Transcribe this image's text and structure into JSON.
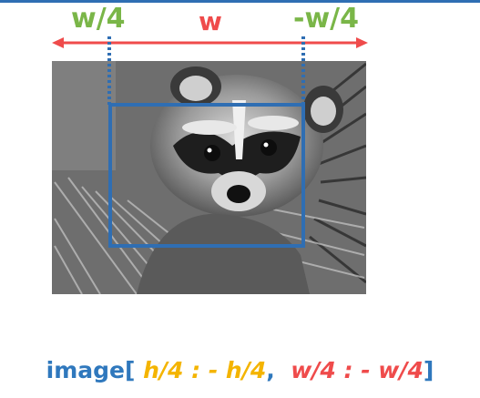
{
  "labels": {
    "left_offset": "w/4",
    "width": "w",
    "right_offset": "-w/4"
  },
  "expression": {
    "prefix": "image[",
    "h_part": " h/4 : - h/4",
    "separator": ",",
    "w_part": "w/4 : - w/4",
    "suffix": "]"
  },
  "colors": {
    "frame": "#2f6eb3",
    "green": "#7ab648",
    "red": "#ef4b4b",
    "yellow": "#f4b400",
    "blue": "#2f78bd"
  },
  "icons": [
    "raccoon-photo"
  ]
}
